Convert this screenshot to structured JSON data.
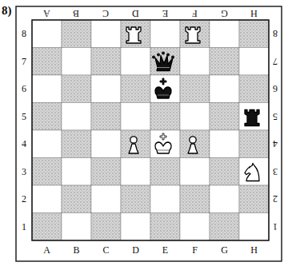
{
  "diagram": {
    "labels": [
      "8)",
      "A",
      "B",
      "C",
      "D",
      "E",
      "F",
      "G",
      "H",
      "8",
      "7",
      "6",
      "5",
      "4",
      "3",
      "2",
      "1",
      "8",
      "7",
      "6",
      "5",
      "4",
      "3",
      "2",
      "1",
      "A",
      "B",
      "C",
      "D",
      "E",
      "F",
      "G",
      "H"
    ]
  }
}
